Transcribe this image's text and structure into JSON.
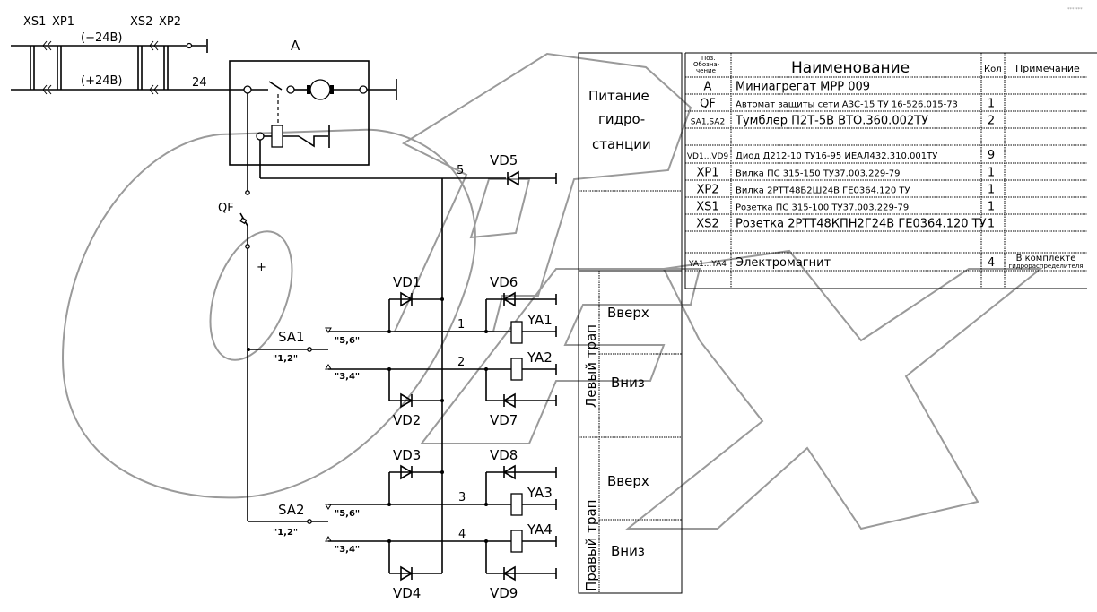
{
  "watermark": {
    "text": "ORFX",
    "color": "#9a9a9a"
  },
  "top_right_mark": "*** ***",
  "connectors": {
    "xs1": "XS1",
    "xp1": "XP1",
    "xs2": "XS2",
    "xp2": "XP2",
    "neg_line": "(−24В)",
    "pos_line": "(+24В)",
    "wire_24": "24"
  },
  "block_a": {
    "label": "A"
  },
  "components": {
    "qf": "QF",
    "plus": "+",
    "sa1": "SA1",
    "sa2": "SA2",
    "sa_pos_12": "\"1,2\"",
    "sa_pos_56": "\"5,6\"",
    "sa_pos_34": "\"3,4\"",
    "vd1": "VD1",
    "vd2": "VD2",
    "vd3": "VD3",
    "vd4": "VD4",
    "vd5": "VD5",
    "vd6": "VD6",
    "vd7": "VD7",
    "vd8": "VD8",
    "vd9": "VD9",
    "ya1": "YA1",
    "ya2": "YA2",
    "ya3": "YA3",
    "ya4": "YA4",
    "wire_1": "1",
    "wire_2": "2",
    "wire_3": "3",
    "wire_4": "4",
    "wire_5": "5"
  },
  "function_column": {
    "power": [
      "Питание",
      "гидро-",
      "станции"
    ],
    "left_ladder": "Левый трап",
    "right_ladder": "Правый трап",
    "up": "Вверх",
    "down": "Вниз"
  },
  "parts_table": {
    "headers": {
      "designation": [
        "Поз.",
        "Обозна-",
        "чение"
      ],
      "name": "Наименование",
      "qty": "Кол",
      "note": "Примечание"
    },
    "rows": [
      {
        "designation": "A",
        "name": "Миниагрегат МРР 009",
        "qty": "",
        "note": ""
      },
      {
        "designation": "QF",
        "name": "Автомат защиты сети АЗС-15 ТУ 16-526.015-73",
        "qty": "1",
        "note": ""
      },
      {
        "designation": "SA1,SA2",
        "name": "Тумблер П2Т-5В ВТО.360.002ТУ",
        "qty": "2",
        "note": ""
      },
      {
        "designation": "",
        "name": "",
        "qty": "",
        "note": ""
      },
      {
        "designation": "VD1...VD9",
        "name": "Диод Д212-10 ТУ16-95 ИЕАЛ432.310.001ТУ",
        "qty": "9",
        "note": ""
      },
      {
        "designation": "XP1",
        "name": "Вилка ПС 315-150 ТУ37.003.229-79",
        "qty": "1",
        "note": ""
      },
      {
        "designation": "XP2",
        "name": "Вилка 2РТТ48Б2Ш24В ГЕ0364.120 ТУ",
        "qty": "1",
        "note": ""
      },
      {
        "designation": "XS1",
        "name": "Розетка ПС 315-100 ТУ37.003.229-79",
        "qty": "1",
        "note": ""
      },
      {
        "designation": "XS2",
        "name": "Розетка 2РТТ48КПН2Г24В ГЕ0364.120 ТУ",
        "qty": "1",
        "note": ""
      },
      {
        "designation": "",
        "name": "",
        "qty": "",
        "note": ""
      },
      {
        "designation": "YA1...YA4",
        "name": "Электромагнит",
        "qty": "4",
        "note": [
          "В комплекте",
          "гидрораспределителя"
        ]
      },
      {
        "designation": "",
        "name": "",
        "qty": "",
        "note": ""
      }
    ]
  }
}
